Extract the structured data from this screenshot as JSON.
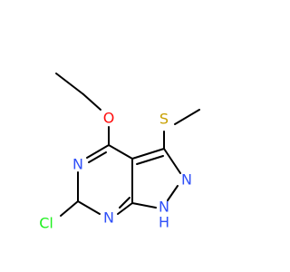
{
  "colors": {
    "background": "#ffffff",
    "bond": "#000000",
    "carbon": "#000000",
    "nitrogen": "#3050f8",
    "oxygen": "#ff0d0d",
    "sulfur": "#c8a000",
    "chlorine": "#1ff01f"
  },
  "atoms": {
    "oxygen": {
      "label": "O",
      "element": "oxygen"
    },
    "sulfur": {
      "label": "S",
      "element": "sulfur"
    },
    "n_pyrimidine_top": {
      "label": "N",
      "element": "nitrogen"
    },
    "n_pyrazole": {
      "label": "N",
      "element": "nitrogen"
    },
    "chlorine": {
      "label": "Cl",
      "element": "chlorine"
    },
    "n_pyrimidine_bottom": {
      "label": "N",
      "element": "nitrogen"
    },
    "n_h": {
      "label": "N",
      "element": "nitrogen"
    },
    "h": {
      "label": "H",
      "element": "nitrogen"
    }
  }
}
